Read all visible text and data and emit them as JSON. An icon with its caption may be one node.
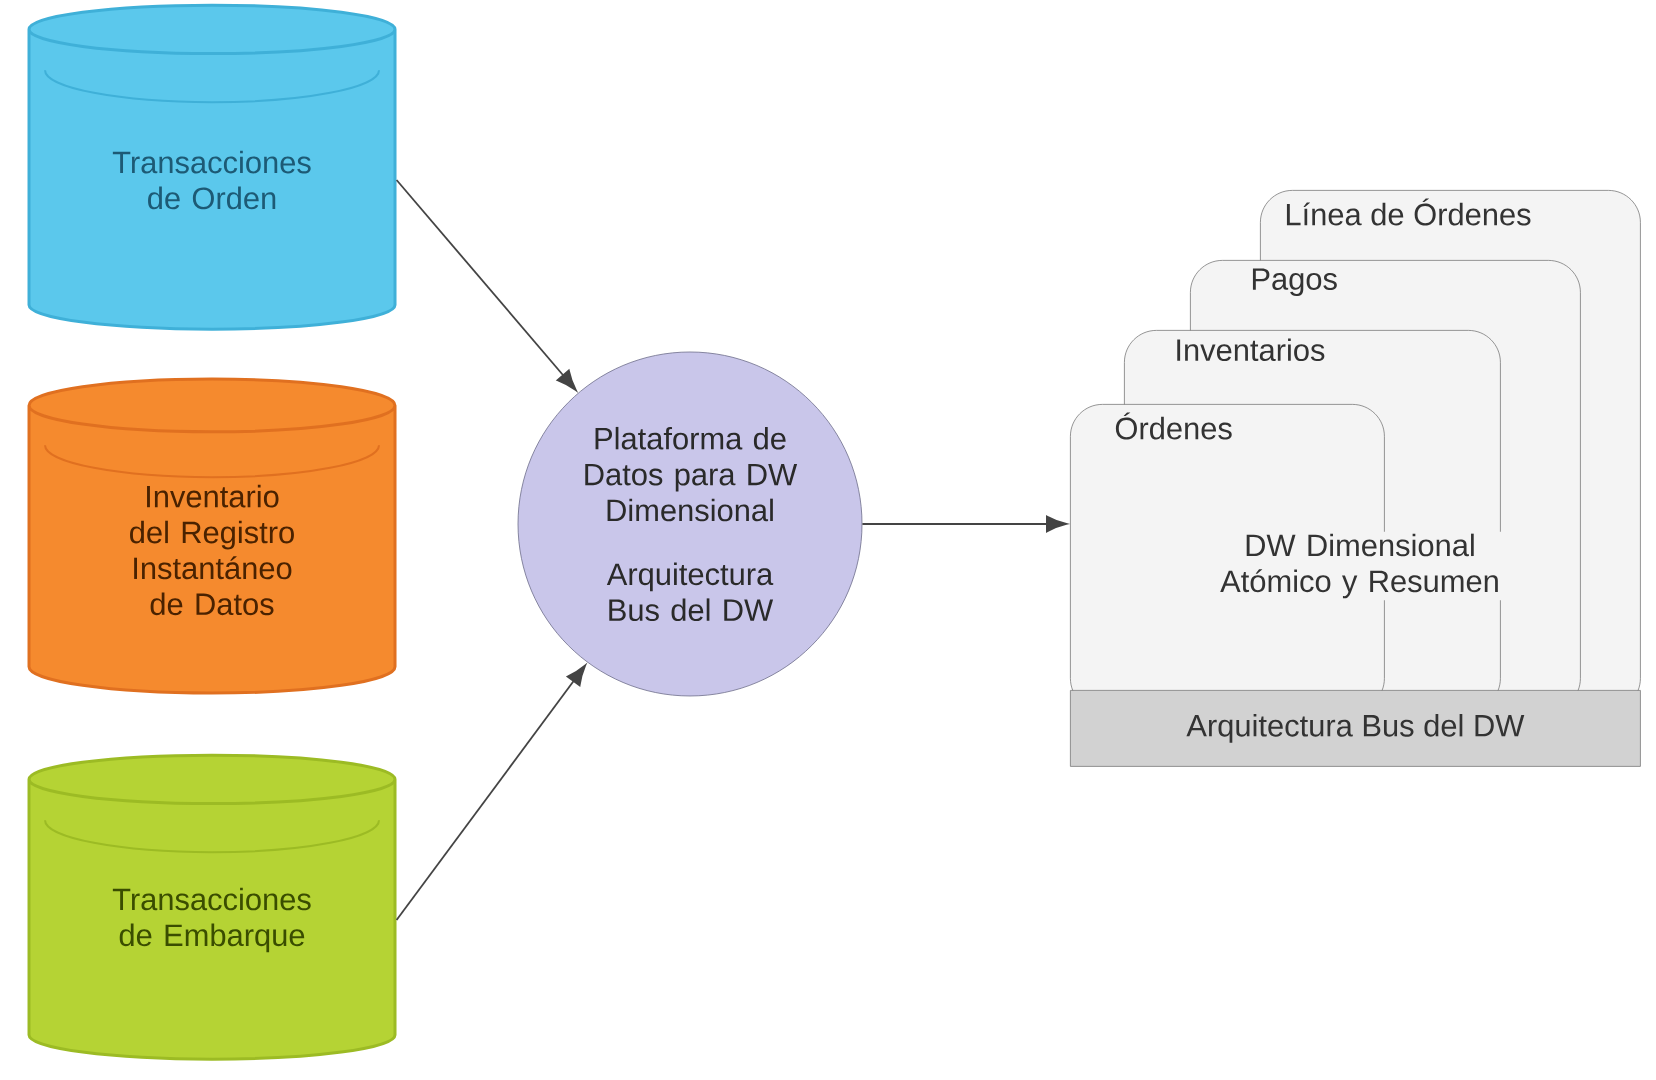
{
  "diagram": {
    "nodes": [
      {
        "text": [
          "Transacciones de Orden"
        ]
      },
      {
        "text": [
          "Inventario del Registro Instantáneo de Datos"
        ]
      },
      {
        "text": [
          "Transacciones de Embarque"
        ]
      },
      {
        "text": [
          "Plataforma de Datos para DW Dimensional",
          "Arquitectura Bus del DW"
        ]
      },
      {
        "text": [
          "Línea de Órdenes"
        ]
      },
      {
        "text": [
          "Pagos"
        ]
      },
      {
        "text": [
          "Inventarios"
        ]
      },
      {
        "text": [
          "Órdenes"
        ]
      },
      {
        "text": [
          "Arquitectura Bus del DW"
        ]
      }
    ],
    "edges": [
      {
        "from": 0,
        "to": 3,
        "arrow": "to"
      },
      {
        "from": 2,
        "to": 3,
        "arrow": "to"
      },
      {
        "from": 3,
        "to": 7,
        "arrow": "to"
      }
    ],
    "labels": [
      "DW Dimensional Atómico y Resumen"
    ]
  }
}
